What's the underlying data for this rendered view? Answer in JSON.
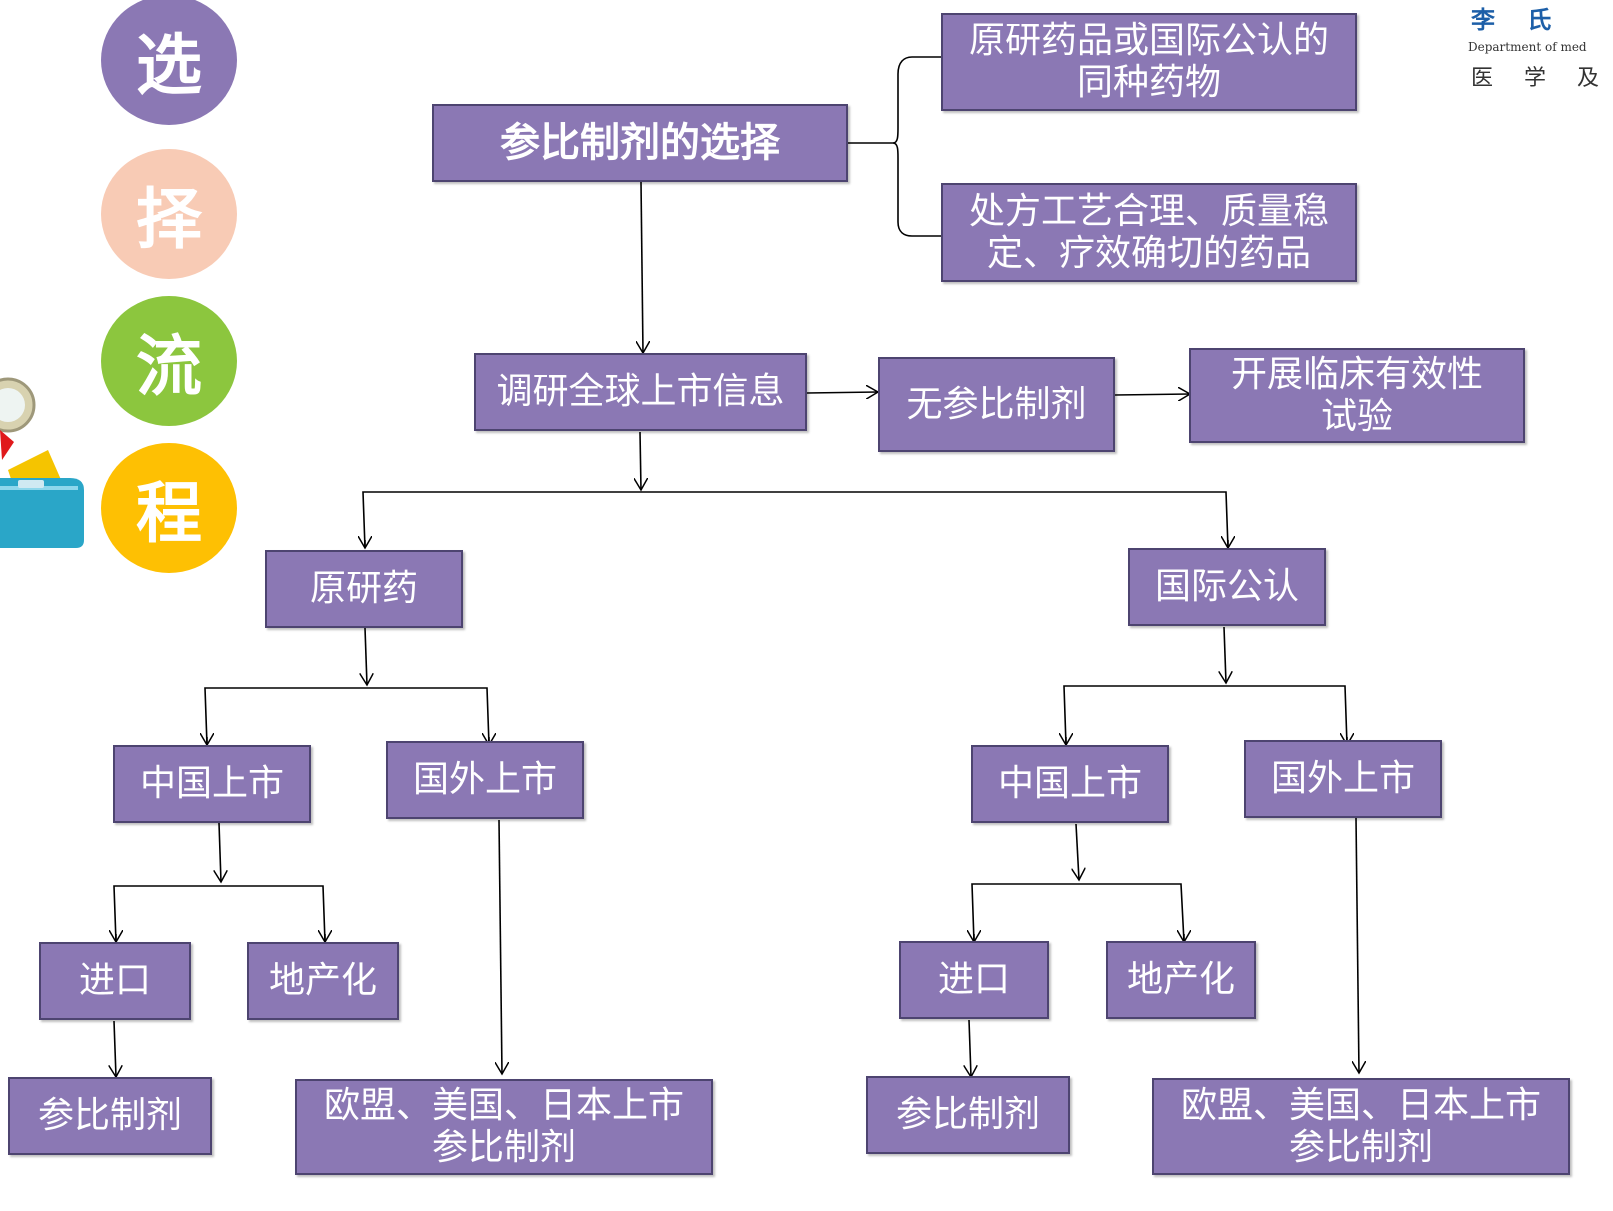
{
  "side_steps": [
    {
      "char": "选",
      "color": "#8b78b4"
    },
    {
      "char": "择",
      "color": "#f8cbb5"
    },
    {
      "char": "流",
      "color": "#8cc63e"
    },
    {
      "char": "程",
      "color": "#fec003"
    }
  ],
  "logo": {
    "line1": "李 氏 ",
    "line2": "Department of med",
    "line3": "医 学 及"
  },
  "nodes": {
    "root": "参比制剂的选择",
    "criteria_1": "原研药品或国际公认的\n同种药物",
    "criteria_2": "处方工艺合理、质量稳\n定、疗效确切的药品",
    "survey": "调研全球上市信息",
    "no_reference": "无参比制剂",
    "clinical_trial": "开展临床有效性\n试验",
    "original": "原研药",
    "intl_recognized": "国际公认",
    "l_china": "中国上市",
    "l_foreign": "国外上市",
    "r_china": "中国上市",
    "r_foreign": "国外上市",
    "l_import": "进口",
    "l_local": "地产化",
    "r_import": "进口",
    "r_local": "地产化",
    "l_ref": "参比制剂",
    "l_eu": "欧盟、美国、日本上市\n参比制剂",
    "r_ref": "参比制剂",
    "r_eu": "欧盟、美国、日本上市\n参比制剂"
  }
}
